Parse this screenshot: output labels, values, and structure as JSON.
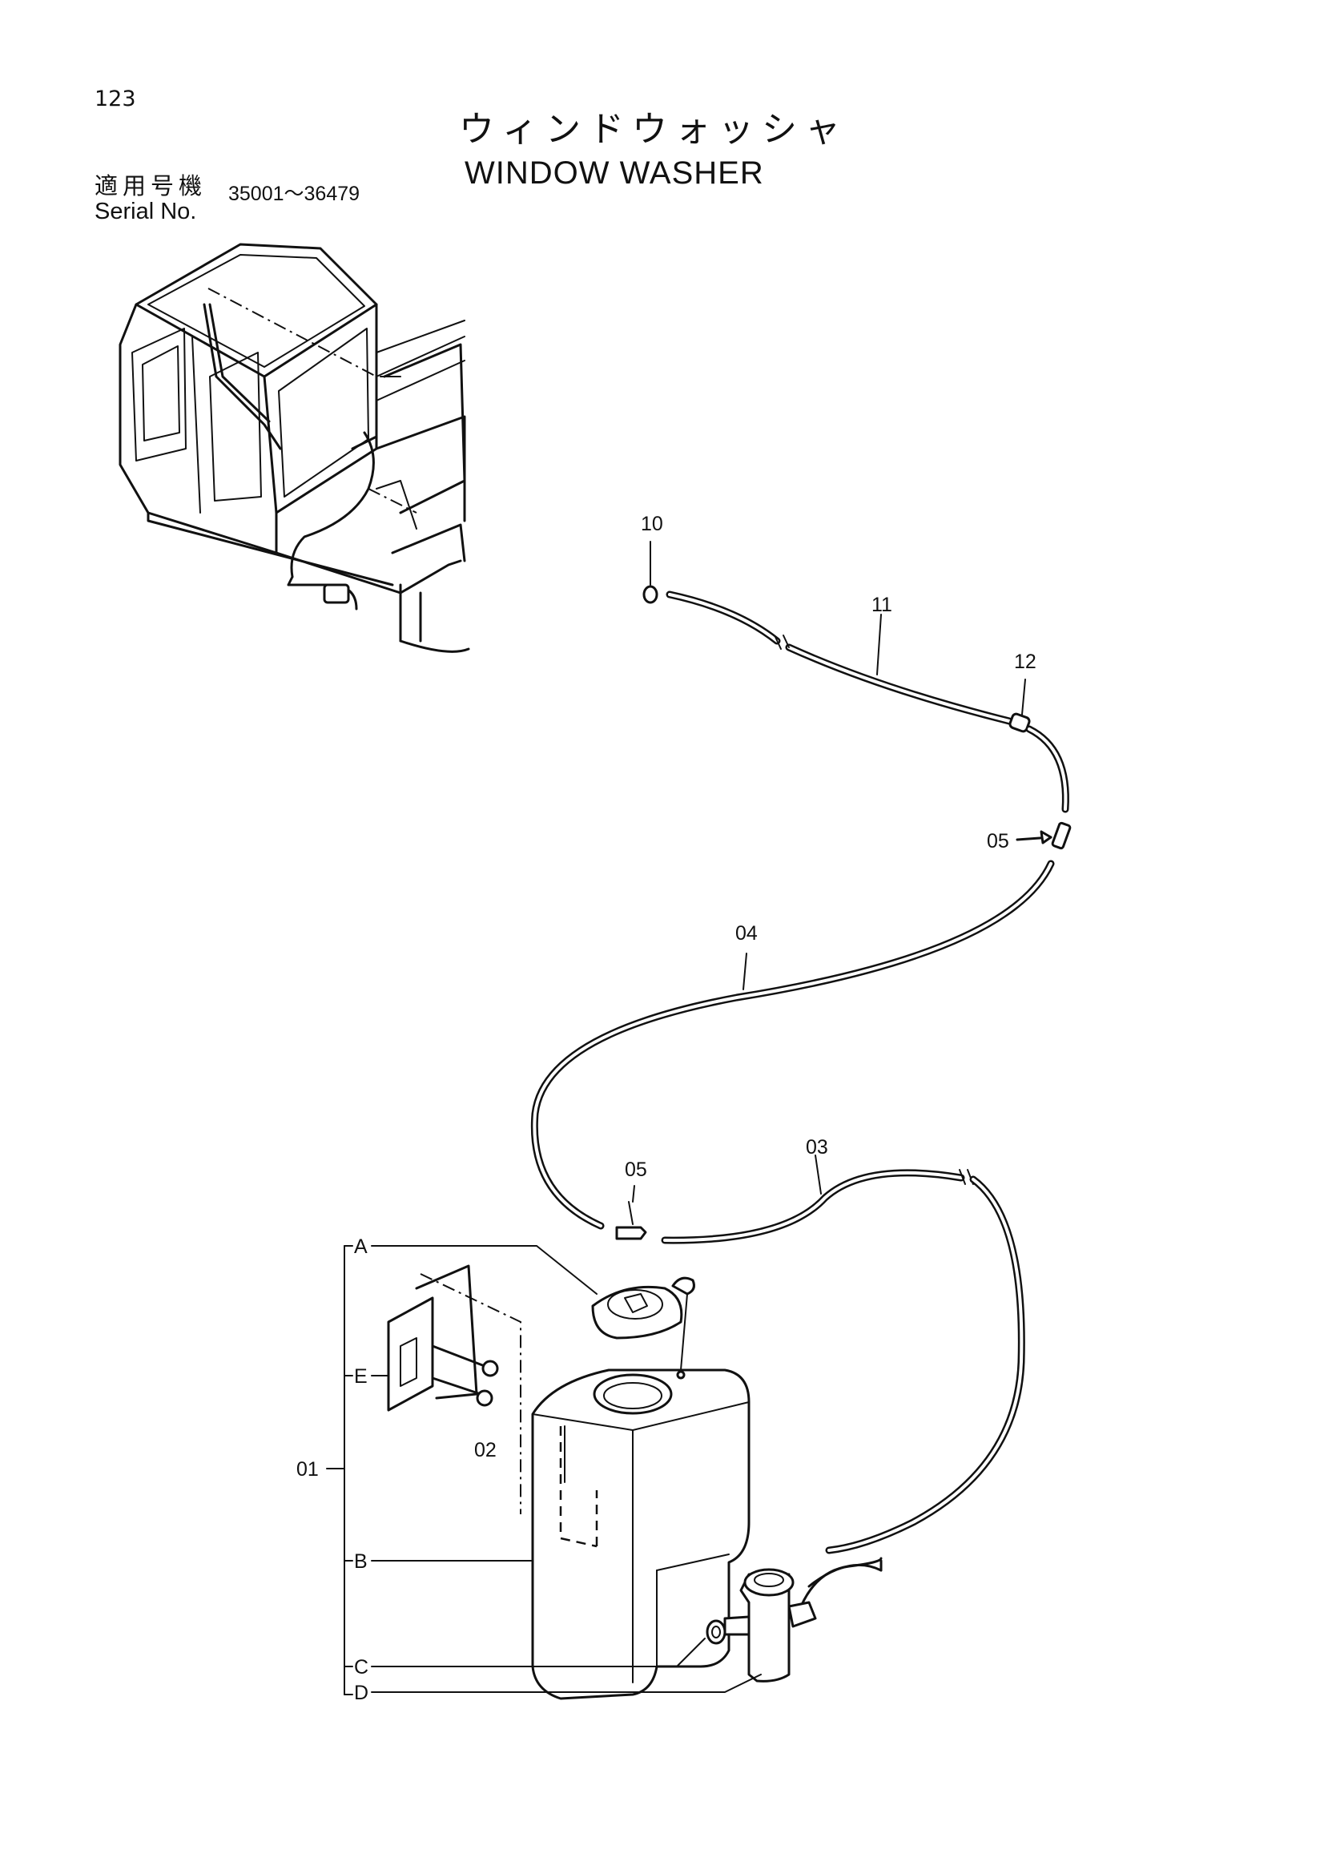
{
  "header": {
    "page_number": "123",
    "title_jp": "ウィンドウォッシャ",
    "title_en": "WINDOW WASHER",
    "serial_label_jp": "適用号機",
    "serial_label_en": "Serial No.",
    "serial_range": "35001～36479"
  },
  "callouts": {
    "p10": "10",
    "p11": "11",
    "p12": "12",
    "p05_upper": "05",
    "p04": "04",
    "p05_lower": "05",
    "p03": "03",
    "p02": "02",
    "p01": "01",
    "A": "A",
    "B": "B",
    "C": "C",
    "D": "D",
    "E": "E"
  }
}
